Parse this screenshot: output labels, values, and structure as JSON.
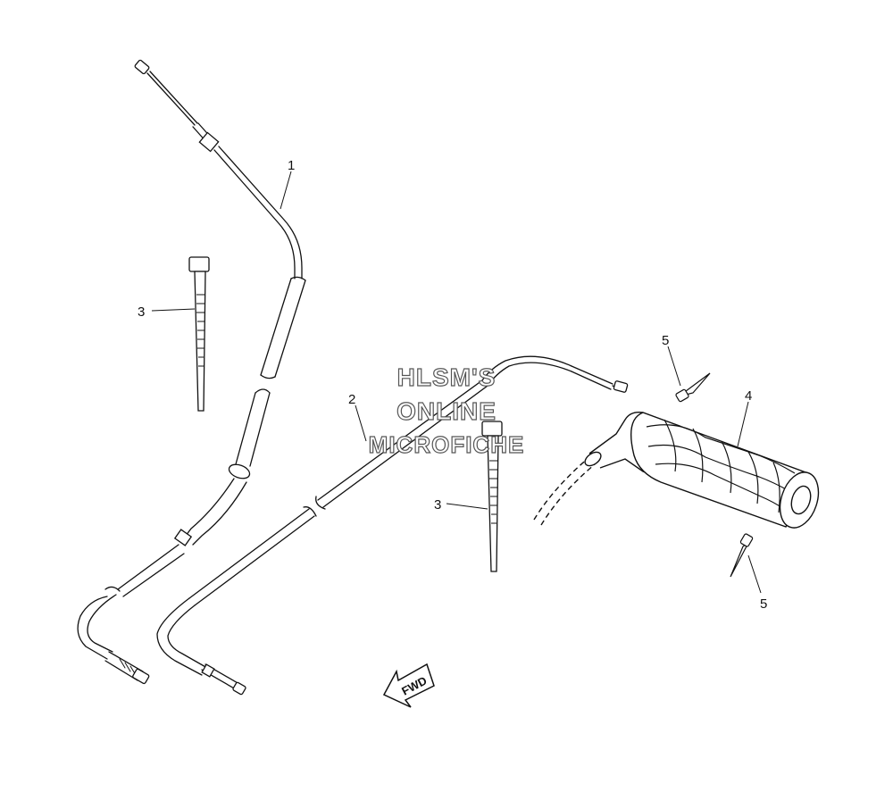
{
  "callouts": {
    "c1": "1",
    "c2": "2",
    "c3a": "3",
    "c3b": "3",
    "c4": "4",
    "c5a": "5",
    "c5b": "5"
  },
  "watermark": {
    "line1": "HLSM'S",
    "line2": "ONLINE",
    "line3": "MICROFICHE"
  },
  "direction_label": "FWD"
}
